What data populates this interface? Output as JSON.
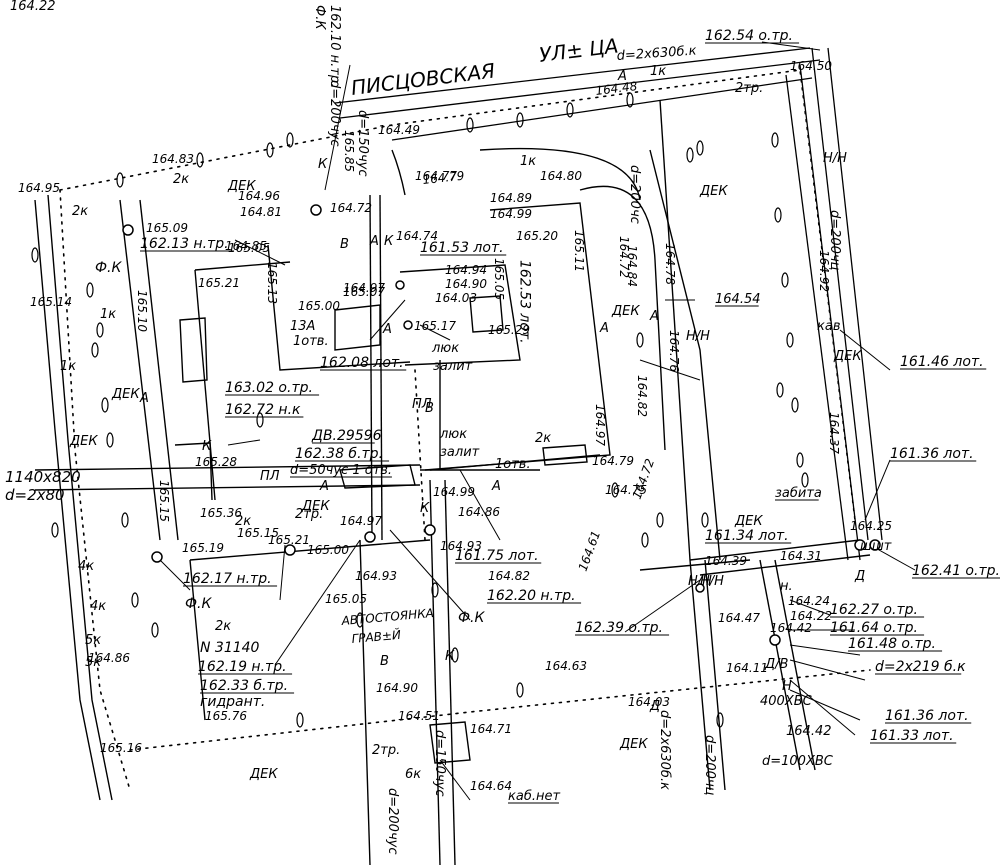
{
  "street": {
    "name1": "ПИСЦОВСКАЯ",
    "name2": "УЛ± ЦА"
  },
  "elevations": [
    "164.95",
    "164.83",
    "165.14",
    "164.86",
    "165.16",
    "165.10",
    "164.72",
    "164.74",
    "164.79",
    "164.77",
    "164.80",
    "164.89",
    "164.99",
    "165.20",
    "165.11",
    "164.72",
    "164.84",
    "164.78",
    "164.76",
    "164.82",
    "164.97",
    "164.79",
    "164.75",
    "164.86",
    "164.93",
    "164.82",
    "164.61",
    "164.39",
    "164.47",
    "164.42",
    "164.63",
    "164.03",
    "164.11",
    "164.71",
    "164.51",
    "164.64",
    "164.90",
    "165.09",
    "165.05",
    "165.21",
    "165.13",
    "165.00",
    "165.07",
    "164.97",
    "164.90",
    "164.94",
    "165.05",
    "164.03",
    "165.17",
    "165.29",
    "164.99",
    "165.28",
    "165.36",
    "165.15",
    "165.19",
    "165.21",
    "165.00",
    "164.97",
    "164.93",
    "165.05",
    "164.48",
    "164.49",
    "164.31",
    "164.24",
    "164.22",
    "164.37",
    "164.25",
    "164.50",
    "164.92",
    "164.72",
    "165.15",
    "165.76",
    "164.81",
    "164.85",
    "164.96",
    "165.85"
  ],
  "callouts": [
    {
      "t": "162.54 о.тр."
    },
    {
      "t": "d=2x630б.к"
    },
    {
      "t": "162.10 н.тр."
    },
    {
      "t": "Ф.К"
    },
    {
      "t": "d=200чус"
    },
    {
      "t": "d=150чус"
    },
    {
      "t": "162.13 н.тр."
    },
    {
      "t": "Ф.К"
    },
    {
      "t": "161.53 лот."
    },
    {
      "t": "162.53 лот."
    },
    {
      "t": "162.08 лот."
    },
    {
      "t": "163.02 о.тр."
    },
    {
      "t": "162.72 н.к"
    },
    {
      "t": "ДВ.29596"
    },
    {
      "t": "162.38 б.тр."
    },
    {
      "t": "d=50чус 1 отв."
    },
    {
      "t": "161.75 лот."
    },
    {
      "t": "162.20 н.тр."
    },
    {
      "t": "Ф.К"
    },
    {
      "t": "162.17 н.тр."
    },
    {
      "t": "Ф.К"
    },
    {
      "t": "N 31140"
    },
    {
      "t": "162.19 н.тр."
    },
    {
      "t": "162.33 б.тр."
    },
    {
      "t": "гидрант."
    },
    {
      "t": "162.39 о.тр."
    },
    {
      "t": "161.34 лот."
    },
    {
      "t": "161.46 лот."
    },
    {
      "t": "161.36 лот."
    },
    {
      "t": "162.41 о.тр."
    },
    {
      "t": "162.27 о.тр."
    },
    {
      "t": "161.64 о.тр."
    },
    {
      "t": "161.48 о.тр."
    },
    {
      "t": "d=2x219 б.к"
    },
    {
      "t": "161.36 лот."
    },
    {
      "t": "161.33 лот."
    },
    {
      "t": "1140x820"
    },
    {
      "t": "d=2x80"
    },
    {
      "t": "164.54"
    },
    {
      "t": "d=200чц"
    },
    {
      "t": "d=2x630б.к"
    },
    {
      "t": "d=200чц"
    },
    {
      "t": "d=200чус"
    },
    {
      "t": "каб.нет"
    },
    {
      "t": "d=150чус"
    },
    {
      "t": "люк"
    },
    {
      "t": "залит"
    },
    {
      "t": "люк"
    },
    {
      "t": "залит"
    },
    {
      "t": "забита"
    },
    {
      "t": "АВТОСТОЯНКА"
    },
    {
      "t": "ГРАВ±Й"
    },
    {
      "t": "d=200чс"
    }
  ],
  "tokens": [
    "ДЕК",
    "ДЕК",
    "ДЕК",
    "ДЕК",
    "ДЕК",
    "ДЕК",
    "ДЕК",
    "ДЕК",
    "ДЕК",
    "ДЕК",
    "А",
    "А",
    "А",
    "А",
    "А",
    "А",
    "А",
    "А",
    "2к",
    "2к",
    "2к",
    "2к",
    "2к",
    "1к",
    "1к",
    "1к",
    "1к",
    "5к",
    "5к",
    "4к",
    "4к",
    "6к",
    "2тр.",
    "2тр.",
    "2тр.",
    "1отв.",
    "1отв.",
    "ПЛ",
    "ПЛ",
    "13А",
    "К",
    "К",
    "К",
    "К",
    "К",
    "В",
    "В",
    "В",
    "кав",
    "шшт",
    "Н/Н",
    "Н/Н",
    "Н/Н",
    "Н/Н",
    "Д",
    "Д",
    "н.",
    "Д/В",
    "Н",
    "400ХВС",
    "d=100ХВС",
    "164.42",
    "164.22"
  ]
}
